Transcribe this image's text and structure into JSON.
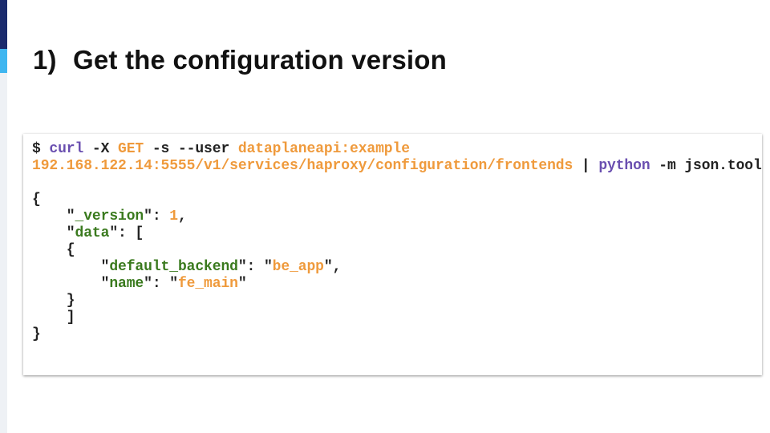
{
  "title": {
    "number": "1)",
    "text": "Get the configuration version"
  },
  "colors": {
    "navy": "#1a2b6d",
    "light_blue": "#3fb6f0",
    "command": "#6a4fb0",
    "string_value": "#ef9a3c",
    "key": "#3a7a1e"
  },
  "code_lines": [
    [
      {
        "t": "$ ",
        "c": "plain"
      },
      {
        "t": "curl",
        "c": "purple"
      },
      {
        "t": " -X ",
        "c": "plain"
      },
      {
        "t": "GET",
        "c": "orange"
      },
      {
        "t": " -s --user ",
        "c": "plain"
      },
      {
        "t": "dataplaneapi:example",
        "c": "orange"
      }
    ],
    [
      {
        "t": "192.168.122.14:5555/v1/services/haproxy/configuration/frontends",
        "c": "orange"
      },
      {
        "t": " | ",
        "c": "plain"
      },
      {
        "t": "python",
        "c": "purple"
      },
      {
        "t": " -m json.tool",
        "c": "plain"
      }
    ],
    [],
    [
      {
        "t": "{",
        "c": "plain"
      }
    ],
    [
      {
        "t": "    \"",
        "c": "plain"
      },
      {
        "t": "_version",
        "c": "green"
      },
      {
        "t": "\": ",
        "c": "plain"
      },
      {
        "t": "1",
        "c": "orange"
      },
      {
        "t": ",",
        "c": "plain"
      }
    ],
    [
      {
        "t": "    \"",
        "c": "plain"
      },
      {
        "t": "data",
        "c": "green"
      },
      {
        "t": "\": [",
        "c": "plain"
      }
    ],
    [
      {
        "t": "    {",
        "c": "plain"
      }
    ],
    [
      {
        "t": "        \"",
        "c": "plain"
      },
      {
        "t": "default_backend",
        "c": "green"
      },
      {
        "t": "\": \"",
        "c": "plain"
      },
      {
        "t": "be_app",
        "c": "orange"
      },
      {
        "t": "\",",
        "c": "plain"
      }
    ],
    [
      {
        "t": "        \"",
        "c": "plain"
      },
      {
        "t": "name",
        "c": "green"
      },
      {
        "t": "\": \"",
        "c": "plain"
      },
      {
        "t": "fe_main",
        "c": "orange"
      },
      {
        "t": "\"",
        "c": "plain"
      }
    ],
    [
      {
        "t": "    }",
        "c": "plain"
      }
    ],
    [
      {
        "t": "    ]",
        "c": "plain"
      }
    ],
    [
      {
        "t": "}",
        "c": "plain"
      }
    ]
  ]
}
